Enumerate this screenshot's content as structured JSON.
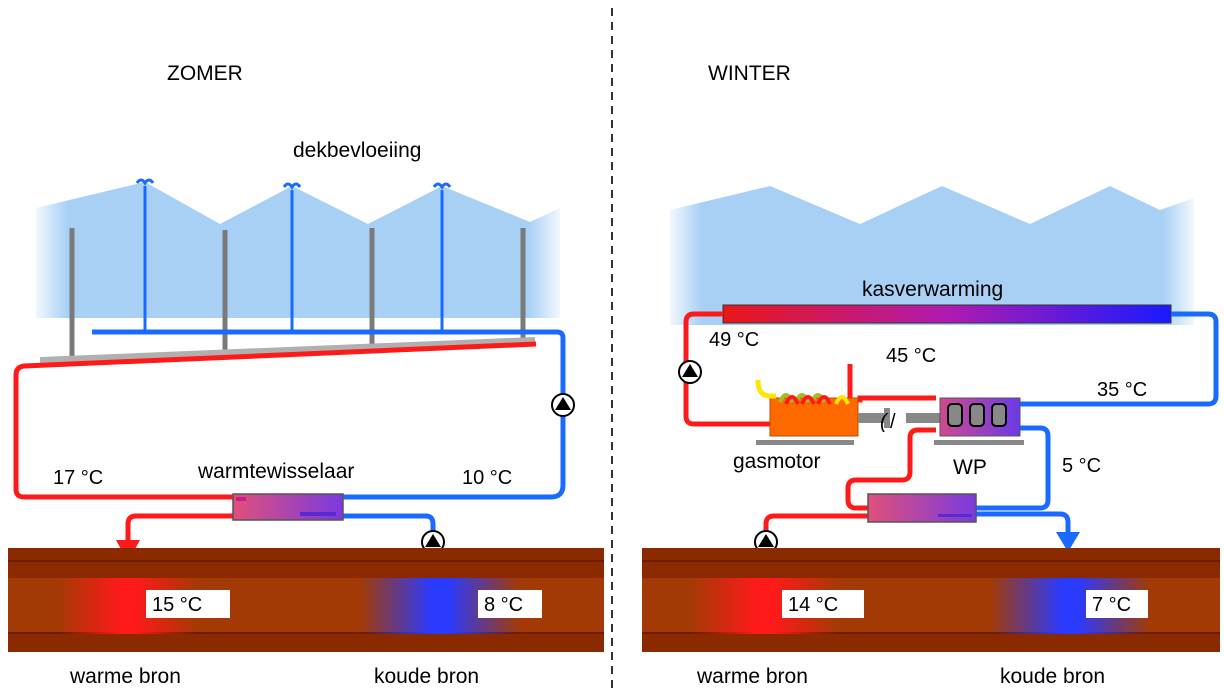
{
  "summer": {
    "title": "ZOMER",
    "sprinkler_label": "dekbevloeiing",
    "exchanger_label": "warmtewisselaar",
    "temp_left": "17 °C",
    "temp_right": "10 °C",
    "warm_source_temp": "15 °C",
    "cold_source_temp": "8 °C",
    "warm_source_label": "warme bron",
    "cold_source_label": "koude bron"
  },
  "winter": {
    "title": "WINTER",
    "heating_label": "kasverwarming",
    "temp_supply": "49 °C",
    "temp_engine": "45 °C",
    "temp_return": "35 °C",
    "temp_cold": "5 °C",
    "engine_label": "gasmotor",
    "heatpump_label": "WP",
    "warm_source_temp": "14 °C",
    "cold_source_temp": "7 °C",
    "warm_source_label": "warme bron",
    "cold_source_label": "koude bron"
  },
  "colors": {
    "hot_pipe": "#ff1a1a",
    "cold_pipe": "#1a6aff",
    "greenhouse": "#a8d0f5",
    "soil": "#8b2a00",
    "soil_layer": "#a33a05",
    "exchanger_start": "#e0407a",
    "exchanger_end": "#7a3ae0",
    "engine": "#ff6a00",
    "support": "#888888"
  }
}
